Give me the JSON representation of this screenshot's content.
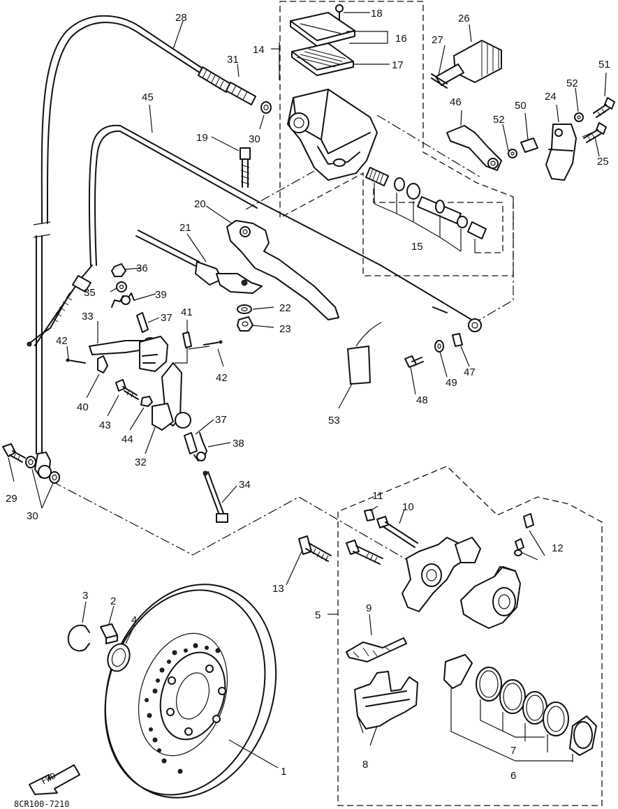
{
  "drawing_code": "8CR100-7210",
  "direction_arrow": "FWD",
  "callouts": [
    {
      "id": "c1",
      "text": "1"
    },
    {
      "id": "c2",
      "text": "2"
    },
    {
      "id": "c3",
      "text": "3"
    },
    {
      "id": "c4",
      "text": "4"
    },
    {
      "id": "c5",
      "text": "5"
    },
    {
      "id": "c6",
      "text": "6"
    },
    {
      "id": "c7",
      "text": "7"
    },
    {
      "id": "c8",
      "text": "8"
    },
    {
      "id": "c9",
      "text": "9"
    },
    {
      "id": "c10",
      "text": "10"
    },
    {
      "id": "c11",
      "text": "11"
    },
    {
      "id": "c12",
      "text": "12"
    },
    {
      "id": "c13",
      "text": "13"
    },
    {
      "id": "c14",
      "text": "14"
    },
    {
      "id": "c15",
      "text": "15"
    },
    {
      "id": "c16",
      "text": "16"
    },
    {
      "id": "c17",
      "text": "17"
    },
    {
      "id": "c18",
      "text": "18"
    },
    {
      "id": "c19",
      "text": "19"
    },
    {
      "id": "c20",
      "text": "20"
    },
    {
      "id": "c21",
      "text": "21"
    },
    {
      "id": "c22",
      "text": "22"
    },
    {
      "id": "c23",
      "text": "23"
    },
    {
      "id": "c24",
      "text": "24"
    },
    {
      "id": "c25",
      "text": "25"
    },
    {
      "id": "c26",
      "text": "26"
    },
    {
      "id": "c27",
      "text": "27"
    },
    {
      "id": "c28",
      "text": "28"
    },
    {
      "id": "c29",
      "text": "29"
    },
    {
      "id": "c30a",
      "text": "30"
    },
    {
      "id": "c30b",
      "text": "30"
    },
    {
      "id": "c31",
      "text": "31"
    },
    {
      "id": "c32",
      "text": "32"
    },
    {
      "id": "c33",
      "text": "33"
    },
    {
      "id": "c34",
      "text": "34"
    },
    {
      "id": "c35",
      "text": "35"
    },
    {
      "id": "c36",
      "text": "36"
    },
    {
      "id": "c37a",
      "text": "37"
    },
    {
      "id": "c37b",
      "text": "37"
    },
    {
      "id": "c38",
      "text": "38"
    },
    {
      "id": "c39",
      "text": "39"
    },
    {
      "id": "c40",
      "text": "40"
    },
    {
      "id": "c41",
      "text": "41"
    },
    {
      "id": "c42a",
      "text": "42"
    },
    {
      "id": "c42b",
      "text": "42"
    },
    {
      "id": "c43",
      "text": "43"
    },
    {
      "id": "c44",
      "text": "44"
    },
    {
      "id": "c45",
      "text": "45"
    },
    {
      "id": "c46",
      "text": "46"
    },
    {
      "id": "c47",
      "text": "47"
    },
    {
      "id": "c48",
      "text": "48"
    },
    {
      "id": "c49",
      "text": "49"
    },
    {
      "id": "c50",
      "text": "50"
    },
    {
      "id": "c51",
      "text": "51"
    },
    {
      "id": "c52a",
      "text": "52"
    },
    {
      "id": "c52b",
      "text": "52"
    },
    {
      "id": "c53",
      "text": "53"
    }
  ]
}
